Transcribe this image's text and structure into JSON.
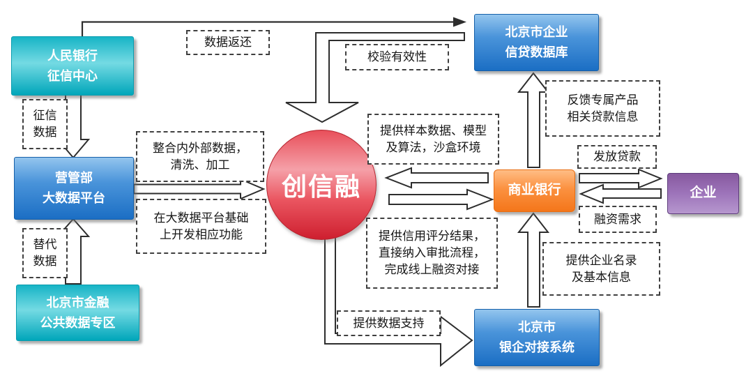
{
  "nodes": {
    "pboc": {
      "lines": [
        "人民银行",
        "征信中心"
      ],
      "color": "#00a6ba"
    },
    "bigdata": {
      "lines": [
        "营管部",
        "大数据平台"
      ],
      "color": "#1b6ec4"
    },
    "finzone": {
      "lines": [
        "北京市金融",
        "公共数据专区"
      ],
      "color": "#00a6ba"
    },
    "core": {
      "label": "创信融",
      "color": "#ce1f2f"
    },
    "creditdb": {
      "lines": [
        "北京市企业",
        "信贷数据库"
      ],
      "color": "#1b6ec4"
    },
    "bank": {
      "label": "商业银行",
      "color": "#f4761a"
    },
    "enterprise": {
      "label": "企业",
      "color": "#9d74ba"
    },
    "bankent": {
      "lines": [
        "北京市",
        "银企对接系统"
      ],
      "color": "#1b6ec4"
    }
  },
  "labels": {
    "data_return": {
      "lines": [
        "数据返还"
      ]
    },
    "validate": {
      "lines": [
        "校验有效性"
      ]
    },
    "credit_data": {
      "lines": [
        "征信",
        "数据"
      ]
    },
    "alt_data": {
      "lines": [
        "替代",
        "数据"
      ]
    },
    "integrate": {
      "lines": [
        "整合内外部数据，",
        "清洗、加工"
      ]
    },
    "develop": {
      "lines": [
        "在大数据平台基础",
        "上开发相应功能"
      ]
    },
    "sample": {
      "lines": [
        "提供样本数据、模型",
        "及算法，沙盒环境"
      ]
    },
    "score": {
      "lines": [
        "提供信用评分结果，",
        "直接纳入审批流程，",
        "完成线上融资对接"
      ]
    },
    "feedback": {
      "lines": [
        "反馈专属产品",
        "相关贷款信息"
      ]
    },
    "loan": {
      "lines": [
        "发放贷款"
      ]
    },
    "financing": {
      "lines": [
        "融资需求"
      ]
    },
    "directory": {
      "lines": [
        "提供企业名录",
        "及基本信息"
      ]
    },
    "data_support": {
      "lines": [
        "提供数据支持"
      ]
    }
  }
}
